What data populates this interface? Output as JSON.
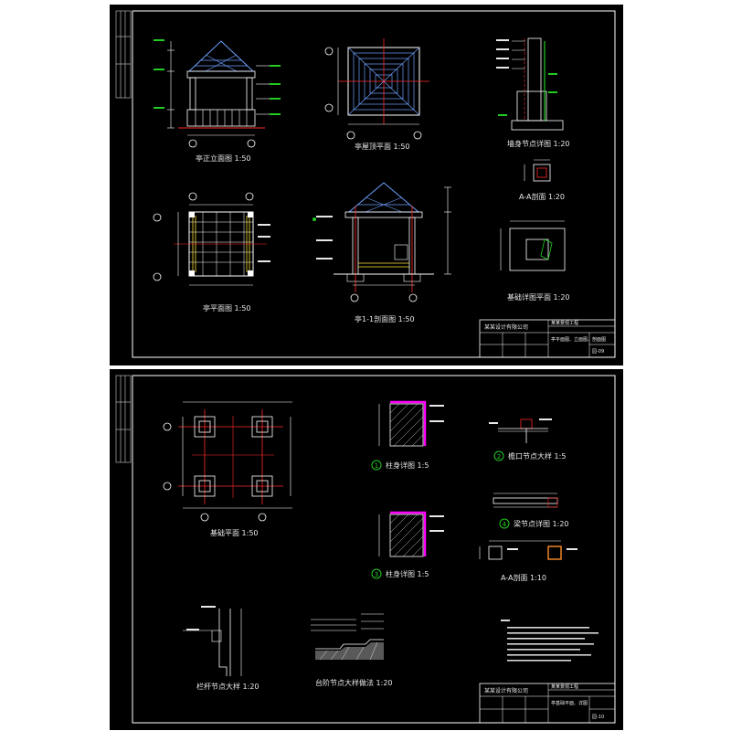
{
  "colors": {
    "paper": "#ffffff",
    "sheet": "#000000",
    "frame": "#ffffff",
    "red": "#ff2a2a",
    "green": "#22cc22",
    "blue": "#6ea0ff",
    "cyan": "#30d0d0",
    "yellow": "#ffe23a",
    "magenta": "#ff00ff",
    "text": "#e8e8e8"
  },
  "sheet1": {
    "views": {
      "front_elevation": "亭正立面图 1:50",
      "roof_plan": "亭屋顶平面 1:50",
      "section_detail_a": "墙身节点详图 1:20",
      "section_detail_b": "A-A剖面 1:20",
      "plan_view": "亭平面图 1:50",
      "section_11": "亭1-1剖面图 1:50",
      "detail_c": "基础详图平面 1:20"
    },
    "title_block": {
      "company": "某某设计有限公司",
      "project": "某某景观工程",
      "drawing": "亭平面图、立面图、剖面图",
      "number": "园-09"
    }
  },
  "sheet2": {
    "views": {
      "foundation_plan": "基础平面 1:50",
      "column_detail_1": "柱身详图 1:5",
      "eave_detail_2": "檐口节点大样 1:5",
      "column_detail_3": "柱身详图 1:5",
      "beam_detail_4": "梁节点详图 1:20",
      "section_aa": "A-A剖面 1:10",
      "railing_detail": "栏杆节点大样 1:20",
      "step_detail": "台阶节点大样做法 1:20"
    },
    "callouts": [
      "1",
      "2",
      "3",
      "4"
    ],
    "title_block": {
      "company": "某某设计有限公司",
      "project": "某某景观工程",
      "drawing": "亭基础平面、详图",
      "number": "园-10"
    }
  }
}
